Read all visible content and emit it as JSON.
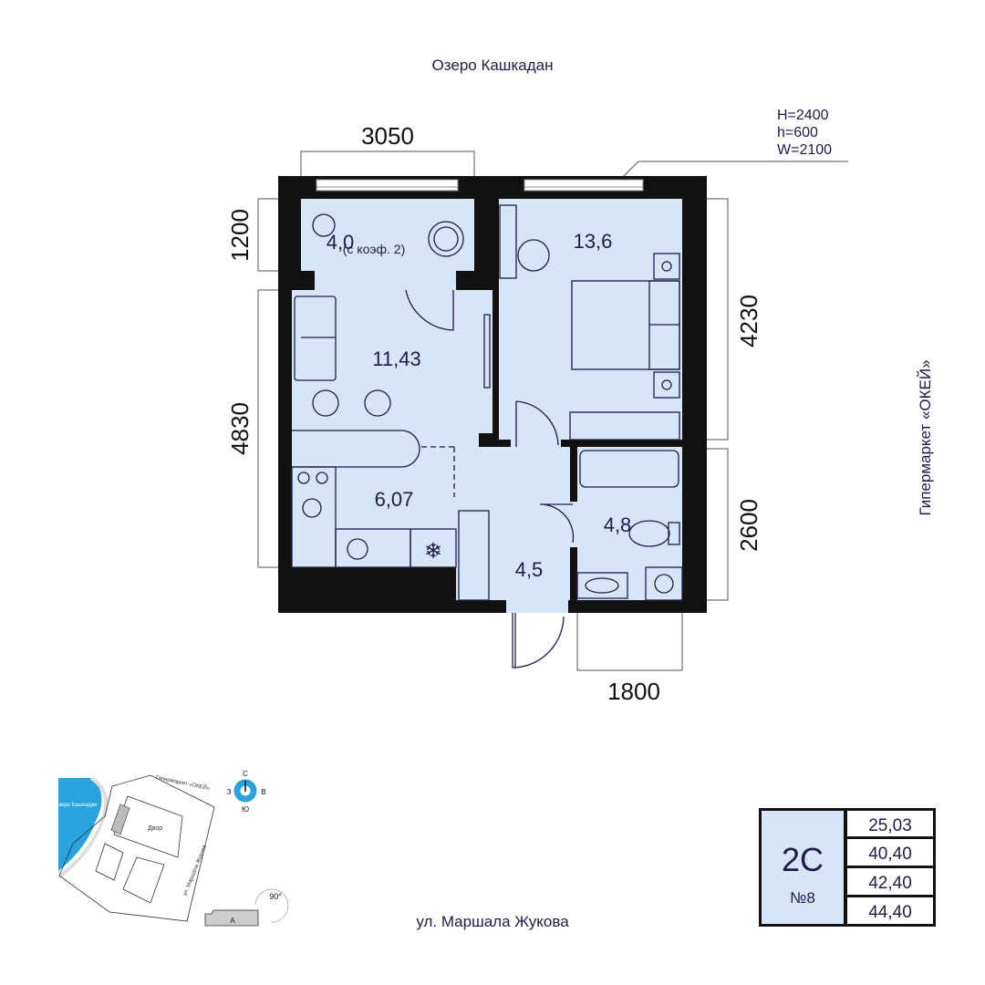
{
  "labels": {
    "top_street": "Озеро Кашкадан",
    "right_street": "Гипермаркет «ОКЕЙ»",
    "bottom_street": "ул. Маршала Жукова"
  },
  "dimensions": {
    "top": "3050",
    "left_top": "1200",
    "left_bottom": "4830",
    "right_top": "4230",
    "right_bottom": "2600",
    "bottom": "1800"
  },
  "window_spec": [
    "H=2400",
    "h=600",
    "W=2100"
  ],
  "rooms": {
    "balcony": {
      "area": "4,0",
      "note": "(с коэф. 2)"
    },
    "living": {
      "area": "11,43"
    },
    "bedroom": {
      "area": "13,6"
    },
    "kitchen": {
      "area": "6,07"
    },
    "bathroom": {
      "area": "4,8"
    },
    "hall": {
      "area": "4,5"
    }
  },
  "site_map": {
    "lake": "Озеро Кашкадан",
    "hyper": "Гипермаркет «ОКЕЙ»",
    "yard": "Двор",
    "street": "ул. Маршала Жукова",
    "compass": {
      "n": "С",
      "s": "Ю",
      "w": "З",
      "e": "В"
    },
    "rotation": "90°",
    "section": "А"
  },
  "summary": {
    "type": "2С",
    "number": "№8",
    "areas": [
      "25,03",
      "40,40",
      "42,40",
      "44,40"
    ]
  },
  "colors": {
    "room_fill": "#d6e6f6",
    "text": "#1f1b4d",
    "wall": "#111111",
    "lake": "#29a3dd"
  }
}
